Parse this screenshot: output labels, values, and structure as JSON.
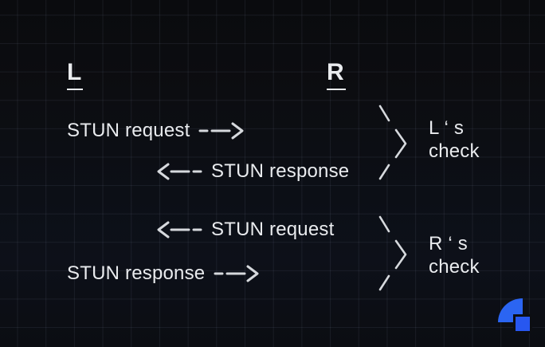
{
  "colors": {
    "background": "#0b0d12",
    "grid_line": "#232734",
    "text": "#e9ebee",
    "stroke": "#d6d9dd",
    "logo_quarter_circle": "#2b65f2",
    "logo_square": "#2757f0"
  },
  "diagram": {
    "type": "sequence",
    "participants": [
      {
        "label": "L"
      },
      {
        "label": "R"
      }
    ],
    "messages": [
      {
        "label": "STUN request",
        "arrow": "dashed-right"
      },
      {
        "label": "STUN response",
        "arrow": "dashed-left"
      },
      {
        "label": "STUN request",
        "arrow": "dashed-left"
      },
      {
        "label": "STUN response",
        "arrow": "dashed-right"
      }
    ],
    "annotations": [
      {
        "line1": "L ‘ s",
        "line2": "check"
      },
      {
        "line1": "R ‘ s",
        "line2": "check"
      }
    ]
  },
  "logo": {
    "name": "quarter-circle-square-logo"
  }
}
